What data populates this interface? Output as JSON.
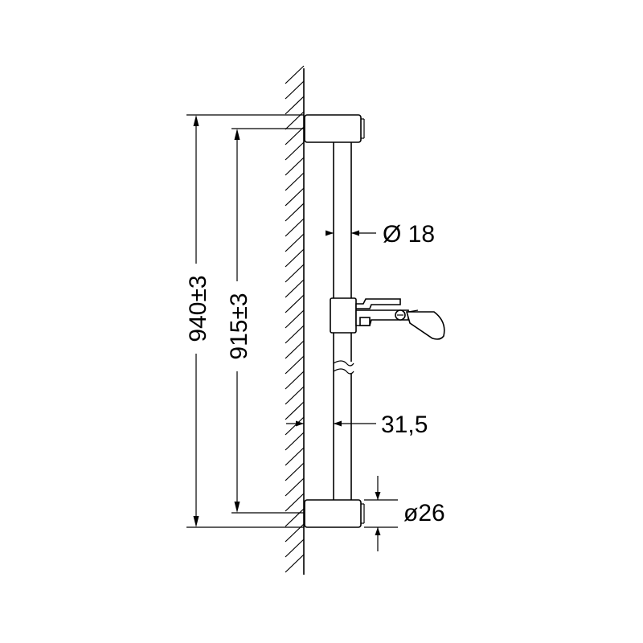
{
  "dimensions": {
    "overall_length": "940±3",
    "mount_spacing": "915±3",
    "rod_diameter": "Ø 18",
    "wall_offset": "31,5",
    "bracket_diameter": "ø26"
  },
  "colors": {
    "line": "#000000",
    "background": "#ffffff"
  }
}
